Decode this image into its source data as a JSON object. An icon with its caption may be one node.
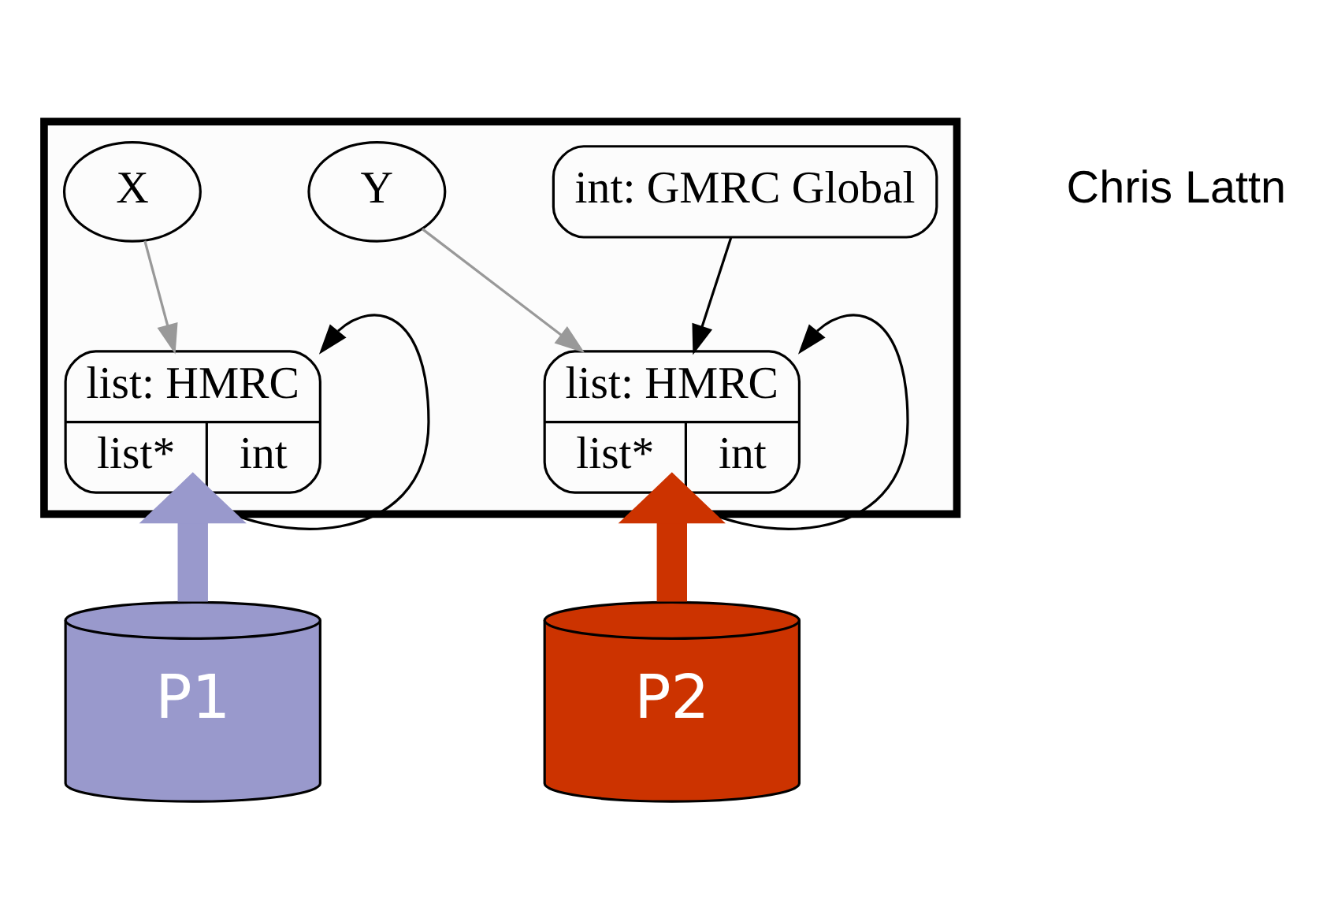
{
  "diagram": {
    "nodes": [
      {
        "text": [],
        "shape": "box"
      },
      {
        "text": [
          "X"
        ],
        "in": 0
      },
      {
        "text": [
          "Y"
        ],
        "in": 0
      },
      {
        "text": [
          "int: GMRC Global"
        ],
        "in": 0
      },
      {
        "text": [
          "list: HMRC",
          "list*",
          "int"
        ],
        "in": 0
      },
      {
        "text": [
          "list: HMRC",
          "list*",
          "int"
        ],
        "in": 0
      },
      {
        "text": [
          "P1"
        ]
      },
      {
        "text": [
          "P2"
        ]
      }
    ],
    "edges": [
      {
        "from": 1,
        "to": 4,
        "arrow": "to",
        "color": "#999999"
      },
      {
        "from": 4,
        "to": 4,
        "arrow": "to"
      },
      {
        "from": 2,
        "to": 5,
        "arrow": "to",
        "color": "#999999"
      },
      {
        "from": 3,
        "to": 5,
        "arrow": "to"
      },
      {
        "from": 5,
        "to": 5,
        "arrow": "to"
      },
      {
        "from": 6,
        "to": 4,
        "arrow": "to",
        "style": "thick",
        "color": "#9999cc"
      },
      {
        "from": 7,
        "to": 5,
        "arrow": "to",
        "style": "thick",
        "color": "#cc3300"
      }
    ],
    "labels": [
      "Chris Lattn"
    ]
  }
}
